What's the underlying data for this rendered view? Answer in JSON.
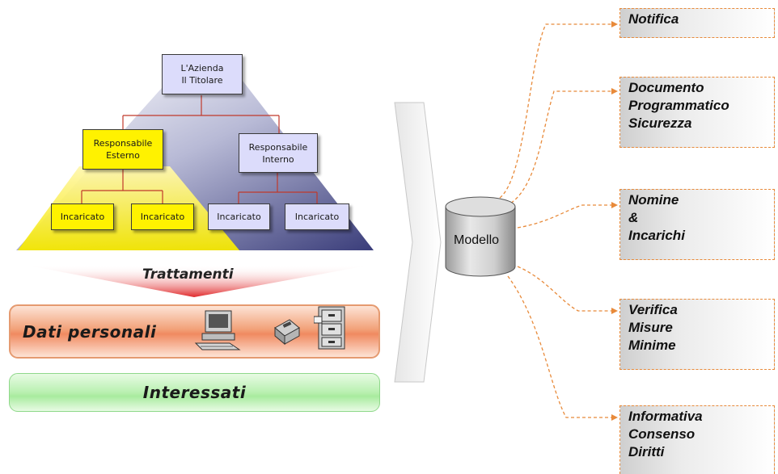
{
  "org_chart": {
    "azienda": {
      "line1": "L'Azienda",
      "line2": "Il Titolare"
    },
    "resp_esterno": {
      "line1": "Responsabile",
      "line2": "Esterno"
    },
    "resp_interno": {
      "line1": "Responsabile",
      "line2": "Interno"
    },
    "incaricato_label": "Incaricato"
  },
  "trattamenti": "Trattamenti",
  "dati_personali": "Dati personali",
  "interessati": "Interessati",
  "modello": "Modello",
  "outputs": [
    {
      "lines": [
        "Notifica"
      ]
    },
    {
      "lines": [
        "Documento",
        "Programmatico",
        "Sicurezza"
      ]
    },
    {
      "lines": [
        "Nomine",
        "&",
        "Incarichi"
      ]
    },
    {
      "lines": [
        "Verifica",
        "Misure",
        "Minime"
      ]
    },
    {
      "lines": [
        "Informativa",
        "Consenso",
        "Diritti"
      ]
    }
  ],
  "icons": [
    "computer-icon",
    "disk-drive-icon",
    "filing-cabinet-icon"
  ],
  "colors": {
    "yellow": "#fff200",
    "lavender": "#dcdcfb",
    "connector_red": "#c0392b",
    "dashed_orange": "#e88a3a",
    "dati_band": "#f2a27a",
    "interessati_band": "#b9f0b0"
  }
}
